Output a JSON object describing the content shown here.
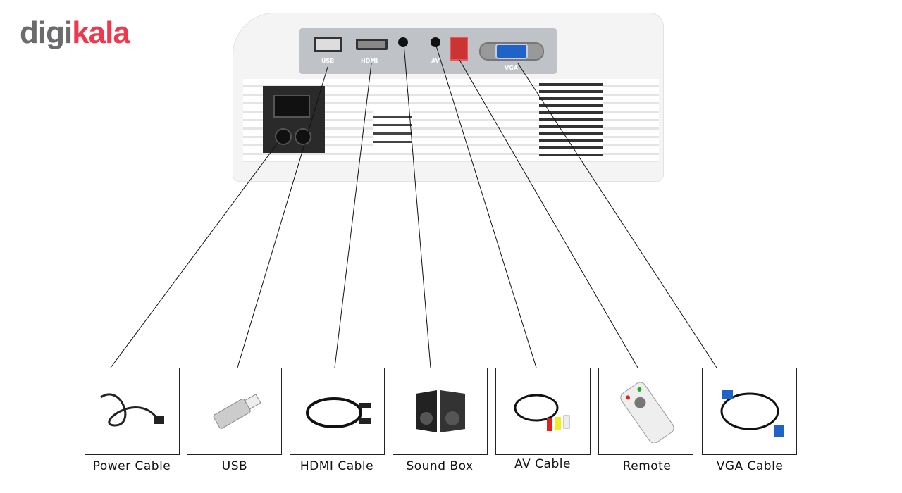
{
  "logo": {
    "part1": "digi",
    "part2": "kala",
    "colors": {
      "gray": "#6b6b6e",
      "red": "#ee384e"
    }
  },
  "ports": [
    {
      "label": "USB"
    },
    {
      "label": "HDMI"
    },
    {
      "label": "audio-icon"
    },
    {
      "label": "AV"
    },
    {
      "label": "VGA"
    }
  ],
  "accessories": [
    {
      "label": "Power Cable",
      "icon": "power-cable-icon"
    },
    {
      "label": "USB",
      "icon": "usb-drive-icon"
    },
    {
      "label": "HDMI Cable",
      "icon": "hdmi-cable-icon"
    },
    {
      "label": "Sound Box",
      "icon": "speaker-icon"
    },
    {
      "label": "AV Cable",
      "icon": "av-cable-icon"
    },
    {
      "label": "Remote",
      "icon": "remote-icon"
    },
    {
      "label": "VGA Cable",
      "icon": "vga-cable-icon"
    }
  ]
}
